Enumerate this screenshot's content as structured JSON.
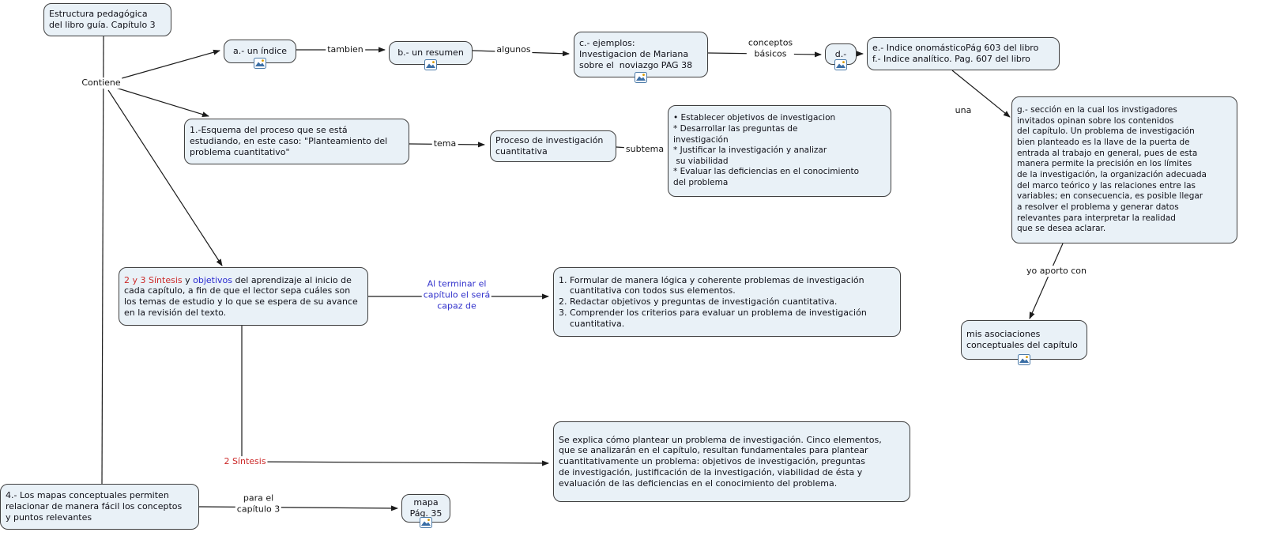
{
  "nodes": {
    "root": {
      "text": "Estructura pedagógica\ndel libro guía. Capítulo 3"
    },
    "indice": {
      "text": "a.- un índice",
      "icon": "image-icon"
    },
    "resumen": {
      "text": "b.- un resumen",
      "icon": "image-icon"
    },
    "ejemplos": {
      "text": "c.- ejemplos:\nInvestigacion de Mariana\nsobre el  noviazgo PAG 38",
      "icon": "image-icon"
    },
    "d_item": {
      "text": "d.-",
      "icon": "image-icon"
    },
    "indices_ef": {
      "text": "e.- Indice onomásticoPág 603 del libro\nf.- Indice analítico. Pag. 607 del libro"
    },
    "seccion_g": {
      "text": "g.- sección en la cual los invstigadores\ninvitados opinan sobre los contenidos\ndel capítulo. Un problema de investigación\nbien planteado es la llave de la puerta de\nentrada al trabajo en general, pues de esta\nmanera permite la precisión en los límites\nde la investigación, la organización adecuada\ndel marco teórico y las relaciones entre las\nvariables; en consecuencia, es posible llegar\na resolver el problema y generar datos\nrelevantes para interpretar la realidad\nque se desea aclarar."
    },
    "asociaciones": {
      "text": "mis asociaciones\nconceptuales del capítulo",
      "icon": "image-icon"
    },
    "esquema": {
      "text": "1.-Esquema del proceso que se está\nestudiando, en este caso: \"Planteamiento del\nproblema cuantitativo\""
    },
    "proceso": {
      "text": "Proceso de investigación\ncuantitativa"
    },
    "objetivos_lista": {
      "text": "• Establecer objetivos de investigacion\n* Desarrollar las preguntas de\ninvestigación\n* Justificar la investigación y analizar\n su viabilidad\n* Evaluar las deficiencias en el conocimiento\ndel problema"
    },
    "sintesis_objetivos": {
      "seg_red": "2 y 3  Síntesis",
      "seg_mid": " y ",
      "seg_blue": "objetivos",
      "seg_rest": " del aprendizaje al inicio de cada capítulo, a fin de que el lector sepa cuáles son los temas de estudio y lo que se espera de su avance en la revisión del texto."
    },
    "capacidades": {
      "text": "1. Formular de manera lógica y coherente problemas de investigación\n    cuantitativa con todos sus elementos.\n2. Redactar objetivos y preguntas de investigación cuantitativa.\n3. Comprender los criterios para evaluar un problema de investigación\n    cuantitativa."
    },
    "sintesis_explica": {
      "text": "Se explica cómo plantear un problema de investigación. Cinco elementos,\nque se analizarán en el capítulo, resultan fundamentales para plantear\ncuantitativamente un problema: objetivos de investigación, preguntas\nde investigación, justificación de la investigación, viabilidad de ésta y\nevaluación de las deficiencias en el conocimiento del problema."
    },
    "mapas": {
      "text": "4.- Los mapas conceptuales permiten\nrelacionar de manera fácil los conceptos\ny puntos relevantes"
    },
    "mapa_pag": {
      "text": "mapa\nPág. 35",
      "icon": "image-icon"
    }
  },
  "labels": {
    "contiene": "Contiene",
    "tambien": "tambien",
    "algunos": "algunos",
    "conceptos_basicos": "conceptos\nbásicos",
    "una": "una",
    "yo_aporto": "yo aporto con",
    "tema": "tema",
    "subtema": "subtema",
    "al_terminar": "Al terminar el\ncapítulo el será\ncapaz de",
    "sintesis2": "2 Síntesis",
    "para_el": "para el\ncapítulo 3"
  },
  "colors": {
    "node_fill": "#e9f1f7",
    "node_border": "#3f3f3f",
    "ink": "#101018",
    "edge": "#1c1c1c",
    "red": "#cc2a2a",
    "blue": "#2a2ad0",
    "link_blue": "#3333cc"
  }
}
